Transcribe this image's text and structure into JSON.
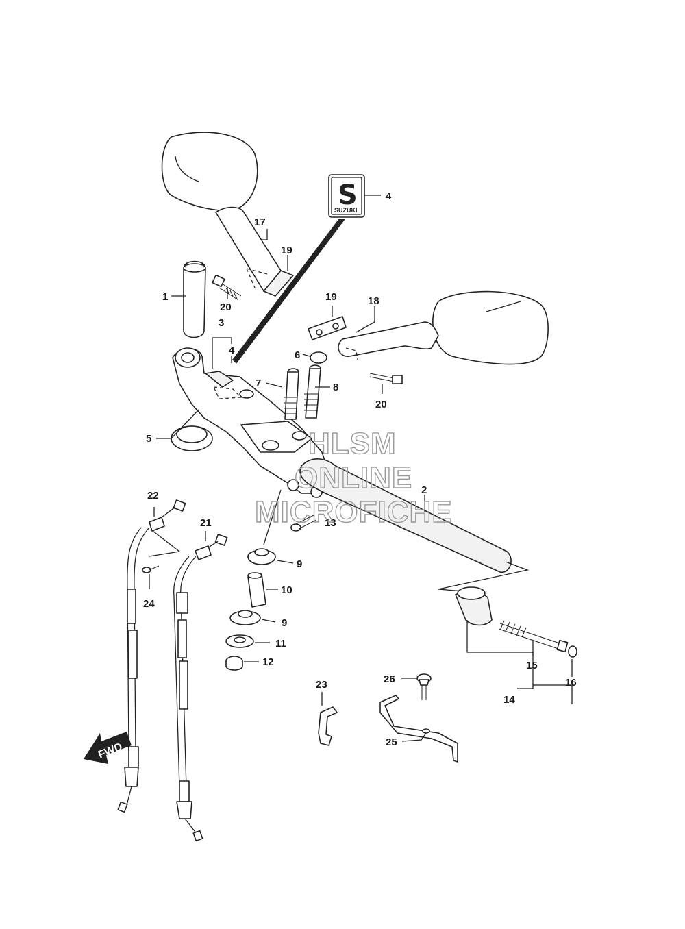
{
  "watermark": {
    "line1": "HLSM",
    "line2": "ONLINE",
    "line3": "MICROFICHE"
  },
  "fwd_label": "FWD",
  "brand": {
    "logo_text": "SUZUKI"
  },
  "callouts": [
    {
      "id": "1",
      "text": "1"
    },
    {
      "id": "2",
      "text": "2"
    },
    {
      "id": "3",
      "text": "3"
    },
    {
      "id": "4a",
      "text": "4"
    },
    {
      "id": "4b",
      "text": "4"
    },
    {
      "id": "5",
      "text": "5"
    },
    {
      "id": "6",
      "text": "6"
    },
    {
      "id": "7",
      "text": "7"
    },
    {
      "id": "8",
      "text": "8"
    },
    {
      "id": "9a",
      "text": "9"
    },
    {
      "id": "9b",
      "text": "9"
    },
    {
      "id": "10",
      "text": "10"
    },
    {
      "id": "11",
      "text": "11"
    },
    {
      "id": "12",
      "text": "12"
    },
    {
      "id": "13",
      "text": "13"
    },
    {
      "id": "14",
      "text": "14"
    },
    {
      "id": "15",
      "text": "15"
    },
    {
      "id": "16",
      "text": "16"
    },
    {
      "id": "17",
      "text": "17"
    },
    {
      "id": "18",
      "text": "18"
    },
    {
      "id": "19a",
      "text": "19"
    },
    {
      "id": "19b",
      "text": "19"
    },
    {
      "id": "20a",
      "text": "20"
    },
    {
      "id": "20b",
      "text": "20"
    },
    {
      "id": "21",
      "text": "21"
    },
    {
      "id": "22",
      "text": "22"
    },
    {
      "id": "23",
      "text": "23"
    },
    {
      "id": "24",
      "text": "24"
    },
    {
      "id": "25",
      "text": "25"
    },
    {
      "id": "26",
      "text": "26"
    }
  ]
}
